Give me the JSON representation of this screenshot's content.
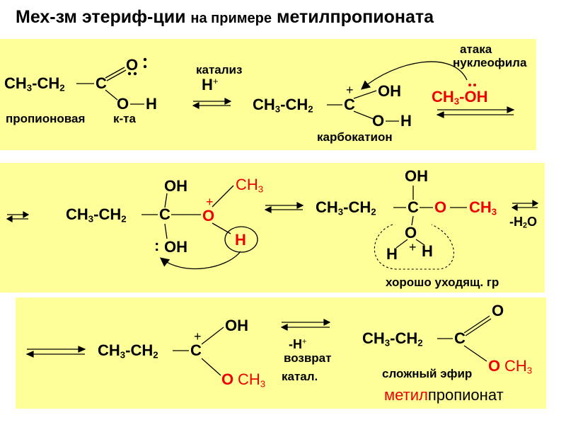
{
  "title": {
    "part1": "Мех-зм этериф-ции",
    "part2": "на примере",
    "part3": "метилпропионата"
  },
  "colors": {
    "panel": "#ffff99",
    "text": "#000000",
    "accent_red": "#ee0000"
  },
  "panel1": {
    "reactant": {
      "ch3": "CH",
      "sub3": "3",
      "dash": "-",
      "ch2": "CH",
      "sub2": "2",
      "c": "C",
      "o_top": "O",
      "o_bottom": "O",
      "h": "H"
    },
    "reactant_label_1": "пропионовая",
    "reactant_label_2": "к-та",
    "catalysis_label": "катализ",
    "h_plus": {
      "h": "H",
      "plus": "+"
    },
    "carbocation": {
      "ch3": "CH",
      "sub3": "3",
      "dash": "-",
      "ch2": "CH",
      "sub2": "2",
      "c": "C",
      "plus": "+",
      "oh": "OH",
      "o": "O",
      "h": "H"
    },
    "carbocation_label": "карбокатион",
    "attack_label_1": "атака",
    "attack_label_2": "нуклеофила",
    "methanol": {
      "ch": "CH",
      "sub": "3",
      "dash": "-",
      "oh": "OH"
    }
  },
  "panel2": {
    "intermediate": {
      "ch3": "CH",
      "sub3": "3",
      "dash": "-",
      "ch2": "CH",
      "sub2": "2",
      "c": "C",
      "oh_top": "OH",
      "oh_bottom": "OH",
      "o_plus": "O",
      "plus": "+",
      "ch3_red": "CH",
      "sub_red": "3",
      "h_circle": "H",
      "lone_pair": ":"
    },
    "product": {
      "oh": "OH",
      "ch3": "CH",
      "sub3": "3",
      "dash": "-",
      "ch2": "CH",
      "sub2": "2",
      "c": "C",
      "o_red": "O",
      "ch3_red": "CH",
      "sub_red": "3",
      "o_bottom": "O",
      "plus": "+",
      "h_left": "H",
      "h_right": "H"
    },
    "water_label": "-H",
    "water_sub": "2",
    "water_o": "O",
    "leaving_group_label": "хорошо уходящ. гр"
  },
  "panel3": {
    "cation": {
      "ch3": "CH",
      "sub3": "3",
      "dash": "-",
      "ch2": "CH",
      "sub2": "2",
      "c": "C",
      "plus": "+",
      "oh": "OH",
      "o": "O",
      "ch": "CH",
      "sub": "3"
    },
    "minus_h": "-H",
    "minus_h_plus": "+",
    "return_label": "возврат",
    "catalyst_label": "катал.",
    "ester": {
      "ch3": "CH",
      "sub3": "3",
      "dash": "-",
      "ch2": "CH",
      "sub2": "2",
      "c": "C",
      "o_top": "O",
      "o": "O",
      "ch": "CH",
      "sub": "3"
    },
    "ester_label": "сложный эфир",
    "name_red": "метил",
    "name_black": "пропионат"
  }
}
